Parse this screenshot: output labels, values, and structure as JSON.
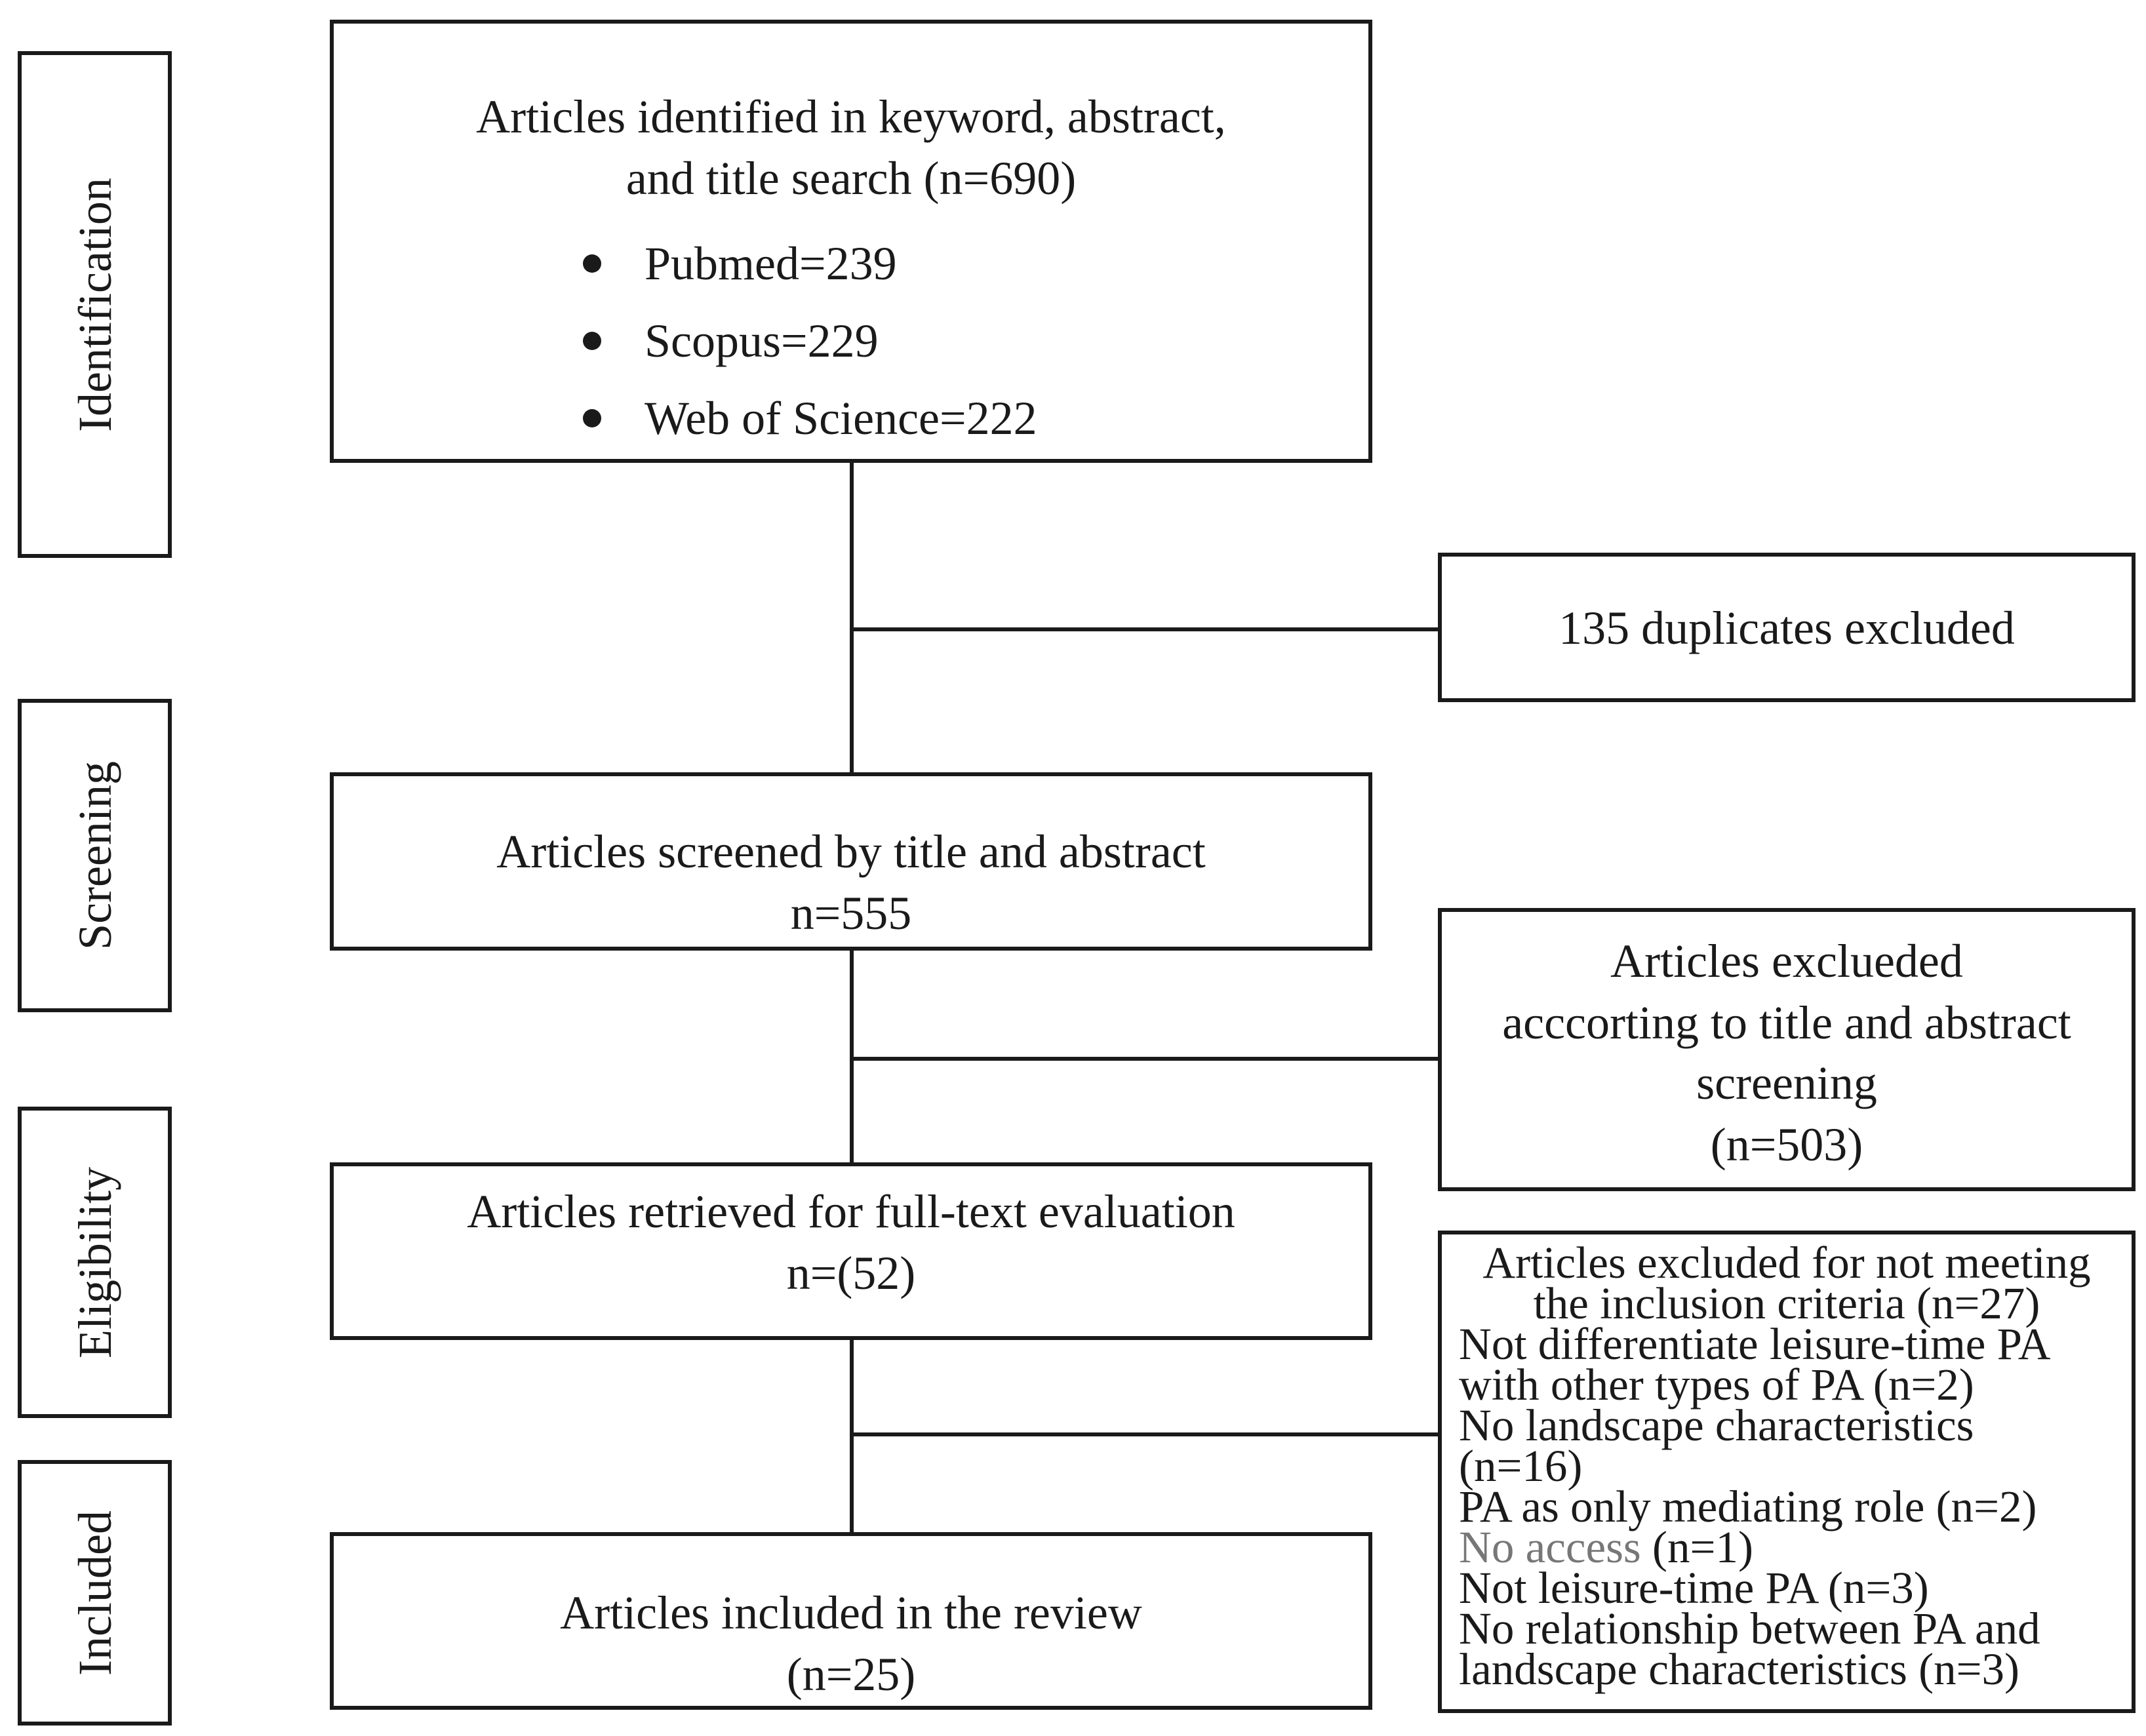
{
  "phases": {
    "identification": "Identification",
    "screening": "Screening",
    "eligibility": "Eligibility",
    "included": "Included"
  },
  "identified": {
    "line1": "Articles identified in keyword, abstract,",
    "line2": "and title search (n=690)",
    "sources": [
      "Pubmed=239",
      "Scopus=229",
      "Web of Science=222"
    ]
  },
  "duplicates": "135 duplicates excluded",
  "screened": {
    "line1": "Articles screened by title and abstract",
    "line2": "n=555"
  },
  "excluded_screening": {
    "line1": "Articles exclueded",
    "line2": "acccorting to title and abstract",
    "line3": "screening",
    "line4": "(n=503)"
  },
  "retrieved": {
    "line1": "Articles retrieved for full-text evaluation",
    "line2": "n=(52)"
  },
  "excluded_fulltext": {
    "head1": "Articles excluded for not meeting",
    "head2": "the inclusion criteria (n=27)",
    "items": [
      "Not differentiate leisure-time PA",
      "with other types of PA (n=2)",
      "No landscape characteristics",
      "(n=16)",
      "PA as only mediating role (n=2)",
      "No access",
      "(n=1)",
      "Not leisure-time PA (n=3)",
      "No relationship between PA and",
      "landscape characteristics (n=3)"
    ]
  },
  "included": {
    "line1": "Articles included in the review",
    "line2": "(n=25)"
  }
}
